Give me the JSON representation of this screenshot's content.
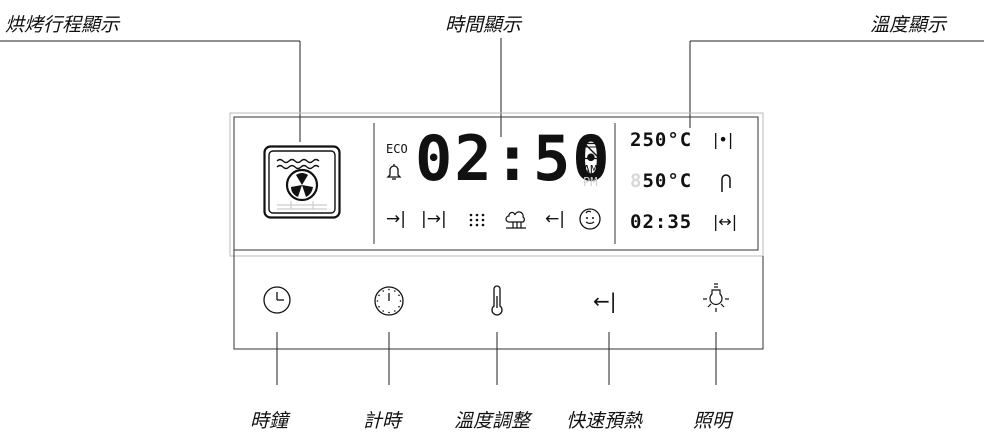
{
  "callouts": {
    "baking_program_display": "烘烤行程顯示",
    "time_display": "時間顯示",
    "temperature_display": "溫度顯示"
  },
  "bottom_labels": {
    "clock": "時鐘",
    "timer": "計時",
    "temperature_adjust": "溫度調整",
    "fast_preheat": "快速預熱",
    "light": "照明"
  },
  "display": {
    "eco_label": "ECO",
    "main_time": "02:50",
    "am_label": "AM",
    "pm_label": "PM",
    "set_temperature": "250°C",
    "dim_digit": "8",
    "current_temperature": "50°C",
    "secondary_time": "02:35",
    "icons_row": [
      "start-time-icon",
      "end-time-icon",
      "dots-grid-icon",
      "steam-icon",
      "fast-preheat-icon",
      "child-lock-icon"
    ]
  },
  "buttons": [
    "clock-icon",
    "timer-icon",
    "thermometer-icon",
    "fast-preheat-icon",
    "light-bulb-icon"
  ]
}
